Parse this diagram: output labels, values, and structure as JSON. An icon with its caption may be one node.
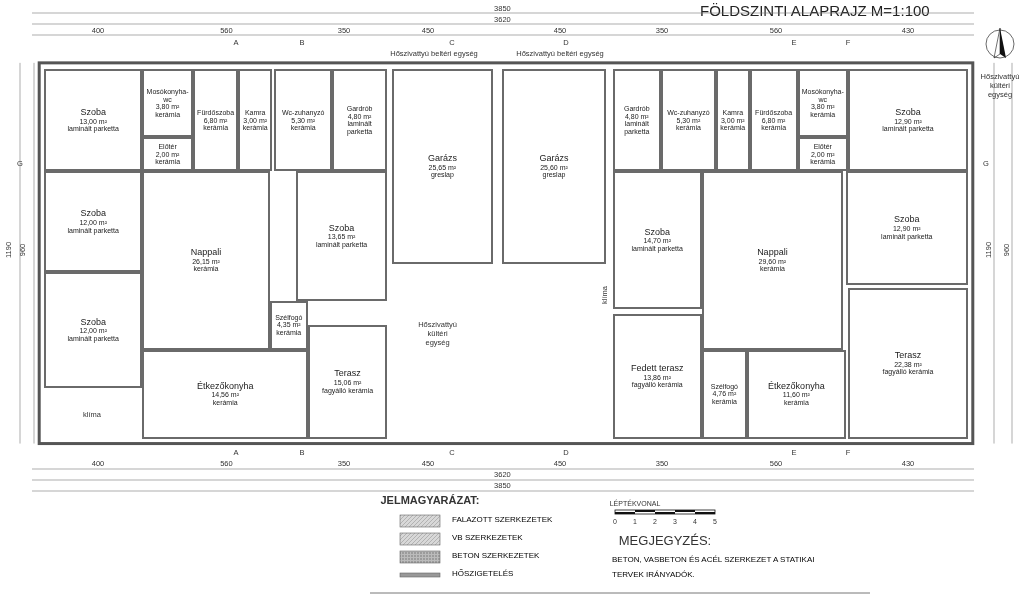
{
  "diagram": {
    "title": "FÖLDSZINTI ALAPRAJZ M=1:100",
    "nodes": [
      {
        "text": [
          "Szoba",
          "13,00 m²",
          "laminált parketta"
        ]
      },
      {
        "text": [
          "Mosókonyha-wc",
          "3,80 m²",
          "kerámia"
        ]
      },
      {
        "text": [
          "Előtér",
          "2,00 m²",
          "kerámia"
        ]
      },
      {
        "text": [
          "Fürdőszoba",
          "6,80 m²",
          "kerámia"
        ]
      },
      {
        "text": [
          "Kamra",
          "3,00 m²",
          "kerámia"
        ]
      },
      {
        "text": [
          "Szoba",
          "12,00 m²",
          "laminált parketta"
        ]
      },
      {
        "text": [
          "Szoba",
          "12,00 m²",
          "laminált parketta"
        ]
      },
      {
        "text": [
          "Nappali",
          "26,15 m²",
          "kerámia"
        ]
      },
      {
        "text": [
          "Étkezőkonyha",
          "14,56 m²",
          "kerámia"
        ]
      },
      {
        "text": [
          "Wc-zuhanyzó",
          "5,30 m²",
          "kerámia"
        ]
      },
      {
        "text": [
          "Gardrób",
          "4,80 m²",
          "laminált parketta"
        ]
      },
      {
        "text": [
          "Szoba",
          "13,65 m²",
          "laminált parketta"
        ]
      },
      {
        "text": [
          "Szélfogó",
          "4,35 m²",
          "kerámia"
        ]
      },
      {
        "text": [
          "Terasz",
          "15,06 m²",
          "fagyálló kerámia"
        ]
      },
      {
        "text": [
          "Garázs",
          "25,65 m²",
          "greslap"
        ]
      },
      {
        "text": [
          "Garázs",
          "25,60 m²",
          "greslap"
        ]
      },
      {
        "text": [
          "Gardrób",
          "4,80 m²",
          "laminált parketta"
        ]
      },
      {
        "text": [
          "Wc-zuhanyzó",
          "5,30 m²",
          "kerámia"
        ]
      },
      {
        "text": [
          "Kamra",
          "3,00 m²",
          "kerámia"
        ]
      },
      {
        "text": [
          "Fürdőszoba",
          "6,80 m²",
          "kerámia"
        ]
      },
      {
        "text": [
          "Mosókonyha-wc",
          "3,80 m²",
          "kerámia"
        ]
      },
      {
        "text": [
          "Előtér",
          "2,00 m²",
          "kerámia"
        ]
      },
      {
        "text": [
          "Szoba",
          "12,90 m²",
          "laminált parketta"
        ]
      },
      {
        "text": [
          "Szoba",
          "14,70 m²",
          "laminált parketta"
        ]
      },
      {
        "text": [
          "Nappali",
          "29,60 m²",
          "kerámia"
        ]
      },
      {
        "text": [
          "Szoba",
          "12,90 m²",
          "laminált parketta"
        ]
      },
      {
        "text": [
          "Fedett terasz",
          "13,86 m²",
          "fagyálló kerámia"
        ]
      },
      {
        "text": [
          "Szélfogó",
          "4,76 m²",
          "kerámia"
        ]
      },
      {
        "text": [
          "Étkezőkonyha",
          "11,60 m²",
          "kerámia"
        ]
      },
      {
        "text": [
          "Terasz",
          "22,38 m²",
          "fagyálló kerámia"
        ]
      }
    ],
    "labels": [
      "3850",
      "3620",
      "400",
      "560",
      "350",
      "450",
      "450",
      "350",
      "560",
      "430",
      "A",
      "B",
      "C",
      "D",
      "E",
      "F",
      "Hőszivattyú beltéri egység",
      "Hőszivattyú beltéri egység",
      "Hőszivattyú kültéri egység",
      "G",
      "G",
      "1190",
      "960",
      "1190",
      "960",
      "klíma",
      "Hőszivattyú kültéri egység",
      "klíma",
      "A",
      "B",
      "C",
      "D",
      "E",
      "F",
      "400",
      "560",
      "350",
      "450",
      "450",
      "350",
      "560",
      "430",
      "3620",
      "3850",
      "JELMAGYARÁZAT:",
      "LÉPTÉKVONAL",
      "0",
      "1",
      "2",
      "3",
      "4",
      "5",
      "MEGJEGYZÉS:",
      "BETON, VASBETON ÉS ACÉL SZERKEZET A STATIKAI TERVEK IRÁNYADÓK."
    ],
    "legend": [
      {
        "text": "FALAZOTT SZERKEZETEK"
      },
      {
        "text": "VB SZERKEZETEK"
      },
      {
        "text": "BETON SZERKEZETEK"
      },
      {
        "text": "HŐSZIGETELÉS"
      }
    ]
  }
}
